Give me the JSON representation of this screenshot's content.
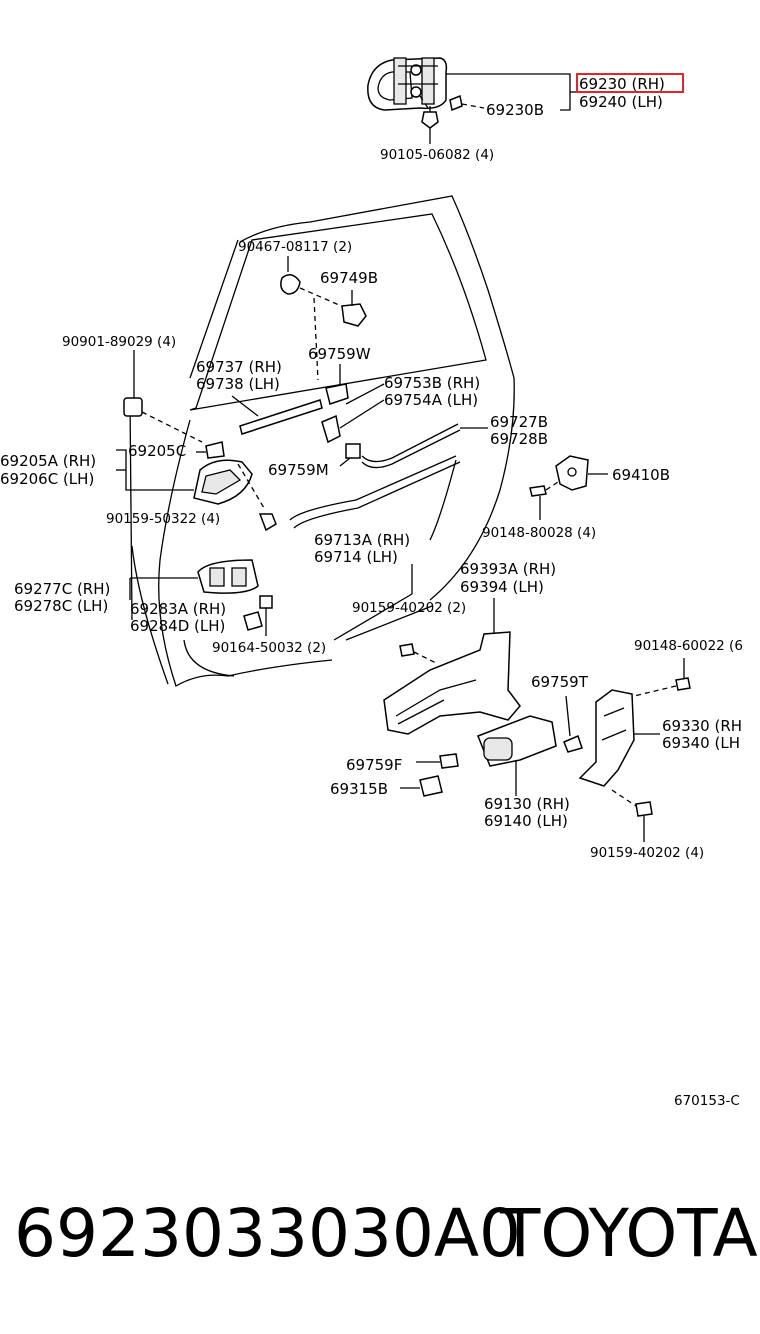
{
  "labels": {
    "p69230": "69230 (RH)",
    "p69240": "69240 (LH)",
    "p69230b": "69230B",
    "p90105": "90105-06082 (4)",
    "p90467": "90467-08117 (2)",
    "p69749b": "69749B",
    "p90901": "90901-89029 (4)",
    "p69759w": "69759W",
    "p69737": "69737 (RH)",
    "p69738": "69738 (LH)",
    "p69753b": "69753B (RH)",
    "p69754a": "69754A (LH)",
    "p69727b": "69727B",
    "p69728b": "69728B",
    "p69205a": "69205A (RH)",
    "p69206c": "69206C (LH)",
    "p69205c": "69205C",
    "p69759m": "69759M",
    "p69410b": "69410B",
    "p90159_50322": "90159-50322 (4)",
    "p90148_80028": "90148-80028 (4)",
    "p69713a": "69713A (RH)",
    "p69714": "69714   (LH)",
    "p69393a": "69393A (RH)",
    "p69394": "69394   (LH)",
    "p69277c": "69277C (RH)",
    "p69278c": "69278C (LH)",
    "p69283a": "69283A (RH)",
    "p69284d": "69284D (LH)",
    "p90159_40202a": "90159-40202 (2)",
    "p90164": "90164-50032 (2)",
    "p90148_60022": "90148-60022 (6",
    "p69759t": "69759T",
    "p69330": "69330 (RH",
    "p69340": "69340 (LH",
    "p69759f": "69759F",
    "p69315b": "69315B",
    "p69130": "69130 (RH)",
    "p69140": "69140 (LH)",
    "p90159_40202b": "90159-40202 (4)",
    "p670153": "670153-C"
  },
  "footer": {
    "part_number": "6923033030A0",
    "brand": "TOYOTA"
  },
  "colors": {
    "highlight": "#e0262b",
    "ink": "#000000",
    "background": "#ffffff"
  }
}
